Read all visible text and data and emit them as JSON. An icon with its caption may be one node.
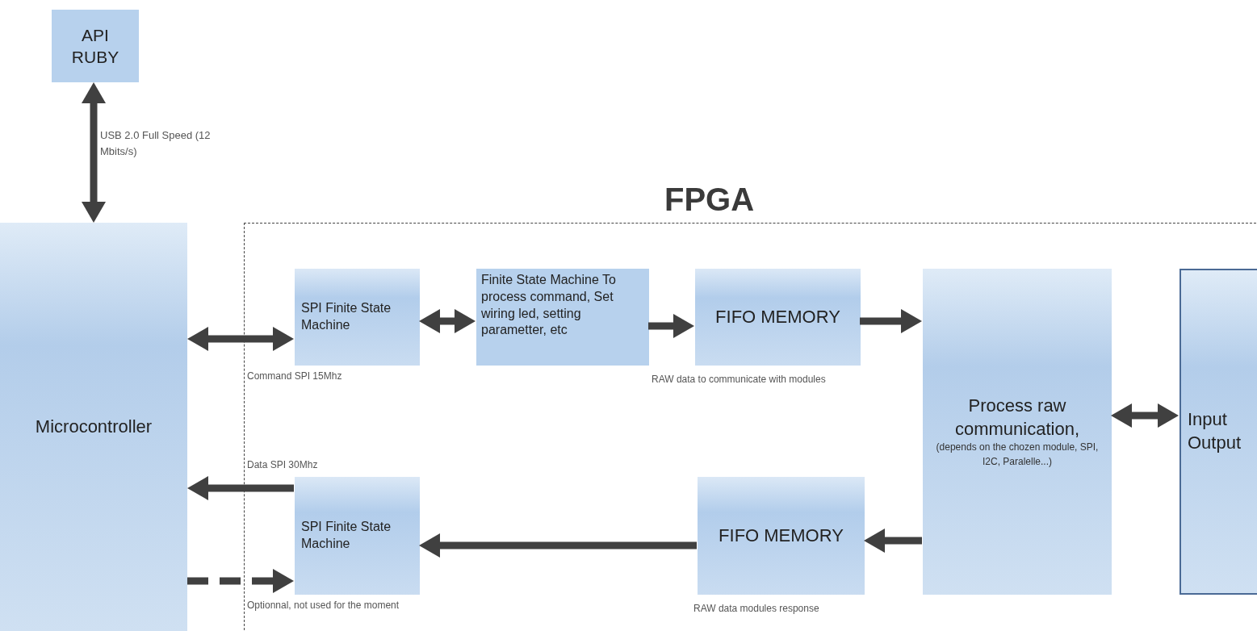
{
  "diagram": {
    "nodes": [
      {
        "text": [
          "API RUBY"
        ]
      },
      {
        "text": [
          "Microcontroller"
        ]
      },
      {
        "text": [
          "FPGA"
        ]
      },
      {
        "text": [
          "SPI Finite State Machine"
        ],
        "in": 2,
        "beside": [
          "Command SPI 15Mhz"
        ]
      },
      {
        "text": [
          "Finite State Machine To process command,  Set wiring led, setting parametter, etc"
        ],
        "in": 2
      },
      {
        "text": [
          "FIFO MEMORY"
        ],
        "in": 2,
        "beside": [
          "RAW data to communicate with modules"
        ]
      },
      {
        "text": [
          "Process raw communication,",
          "(depends on the chozen module, SPI, I2C, Paralelle...)"
        ],
        "in": 2
      },
      {
        "text": [
          "Input Output"
        ],
        "in": 2
      },
      {
        "text": [
          "SPI Finite State Machine"
        ],
        "in": 2,
        "beside": [
          "Data SPI 30Mhz",
          "Optionnal, not used for the moment"
        ]
      },
      {
        "text": [
          "FIFO MEMORY"
        ],
        "in": 2,
        "beside": [
          "RAW data modules response"
        ]
      }
    ],
    "edges": [
      {
        "from": 0,
        "to": 1,
        "arrow": "both",
        "label": "USB 2.0 Full Speed (12 Mbits/s)"
      },
      {
        "from": 1,
        "to": 3,
        "arrow": "both"
      },
      {
        "from": 3,
        "to": 4,
        "arrow": "both"
      },
      {
        "from": 4,
        "to": 5,
        "arrow": "to"
      },
      {
        "from": 5,
        "to": 6,
        "arrow": "to"
      },
      {
        "from": 6,
        "to": 7,
        "arrow": "both"
      },
      {
        "from": 6,
        "to": 9,
        "arrow": "to"
      },
      {
        "from": 9,
        "to": 8,
        "arrow": "to"
      },
      {
        "from": 8,
        "to": 1,
        "arrow": "to"
      },
      {
        "from": 1,
        "to": 8,
        "arrow": "to",
        "style": "dashed"
      }
    ]
  }
}
